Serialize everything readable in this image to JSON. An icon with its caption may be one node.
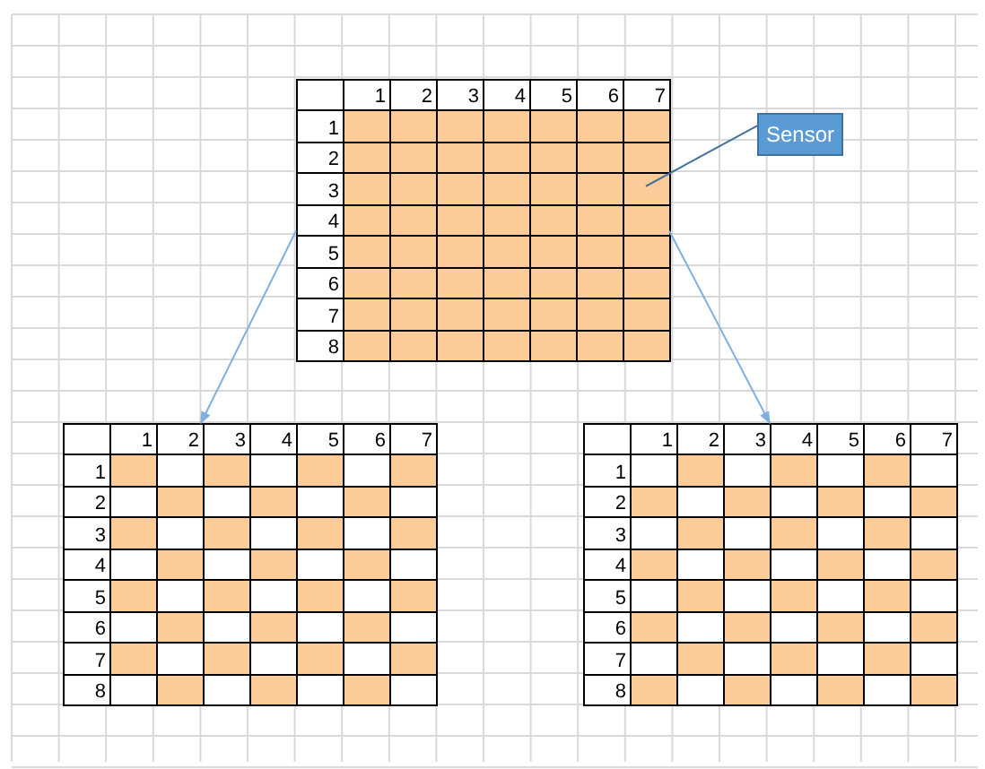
{
  "diagram": {
    "nodes": [
      {
        "text": [
          "1",
          "2",
          "3",
          "4",
          "5",
          "6",
          "7",
          "1",
          "2",
          "3",
          "4",
          "5",
          "6",
          "7",
          "8"
        ]
      },
      {
        "text": [],
        "shape": "box",
        "in": 0
      },
      {
        "text": [
          "Sensor"
        ]
      },
      {
        "text": [
          "1",
          "2",
          "3",
          "4",
          "5",
          "6",
          "7",
          "1",
          "2",
          "3",
          "4",
          "5",
          "6",
          "7",
          "8"
        ]
      },
      {
        "text": [
          "1",
          "2",
          "3",
          "4",
          "5",
          "6",
          "7",
          "1",
          "2",
          "3",
          "4",
          "5",
          "6",
          "7",
          "8"
        ]
      }
    ],
    "edges": [
      {
        "from": 2,
        "to": 1,
        "arrow": "none",
        "color": "#41719c"
      },
      {
        "from": 0,
        "to": 3,
        "arrow": "to"
      },
      {
        "from": 0,
        "to": 4,
        "arrow": "to"
      }
    ]
  }
}
